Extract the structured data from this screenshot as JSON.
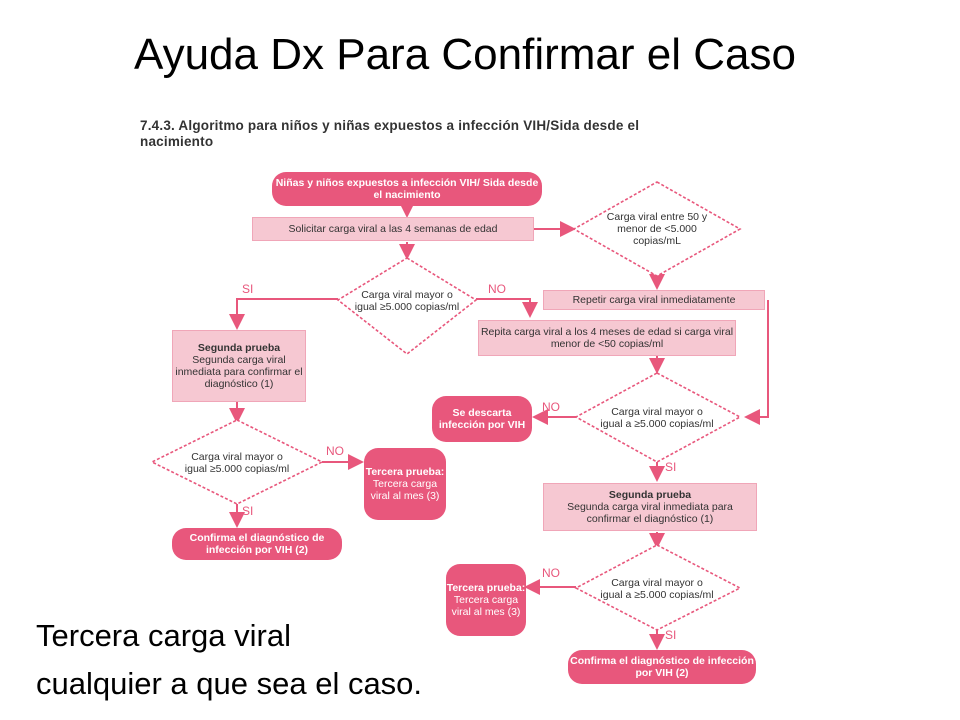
{
  "slide": {
    "title": "Ayuda Dx Para Confirmar el Caso",
    "bottom_line1": "Tercera carga viral",
    "bottom_line2": "cualquier a que sea el caso."
  },
  "diagram": {
    "subtitle_line1": "7.4.3.  Algoritmo para niños y niñas expuestos a infección VIH/Sida desde el",
    "subtitle_line2": "nacimiento",
    "nodes": {
      "start": "Niñas y niños expuestos a infección VIH/ Sida desde el nacimiento",
      "solicitar": "Solicitar carga viral a las 4 semanas de edad",
      "d1": "Carga viral mayor o igual ≥5.000 copias/ml",
      "d_right": "Carga viral entre 50 y menor de <5.000 copias/mL",
      "repetir": "Repetir carga viral inmediatamente",
      "repita": "Repita carga viral a los 4 meses de edad si carga viral  menor de <50 copias/ml",
      "seg_left_title": "Segunda prueba",
      "seg_left_body": "Segunda carga viral inmediata para confirmar el diagnóstico (1)",
      "d_left2": "Carga viral mayor o igual ≥5.000 copias/ml",
      "ter_left_title": "Tercera prueba:",
      "ter_left_body": "Tercera carga viral al mes (3)",
      "conf_left": "Confirma el diagnóstico de infección por VIH (2)",
      "descarta": "Se descarta infección por VIH",
      "d_mid": "Carga viral mayor o igual a ≥5.000 copias/ml",
      "seg_right_title": "Segunda prueba",
      "seg_right_body": "Segunda carga viral inmediata para confirmar el diagnóstico (1)",
      "d_low": "Carga viral mayor o igual a ≥5.000 copias/ml",
      "ter_right_title": "Tercera prueba:",
      "ter_right_body": "Tercera carga viral al mes (3)",
      "conf_right": "Confirma el diagnóstico de infección por VIH (2)"
    },
    "edge_labels": {
      "si_1": "SI",
      "no_1": "NO",
      "no_2": "NO",
      "si_2": "SI",
      "no_3": "NO",
      "si_3": "SI",
      "no_4": "NO",
      "si_4": "SI"
    },
    "colors": {
      "accent": "#e8577c",
      "light_fill": "#f6c8d2",
      "line": "#e8577c"
    }
  }
}
